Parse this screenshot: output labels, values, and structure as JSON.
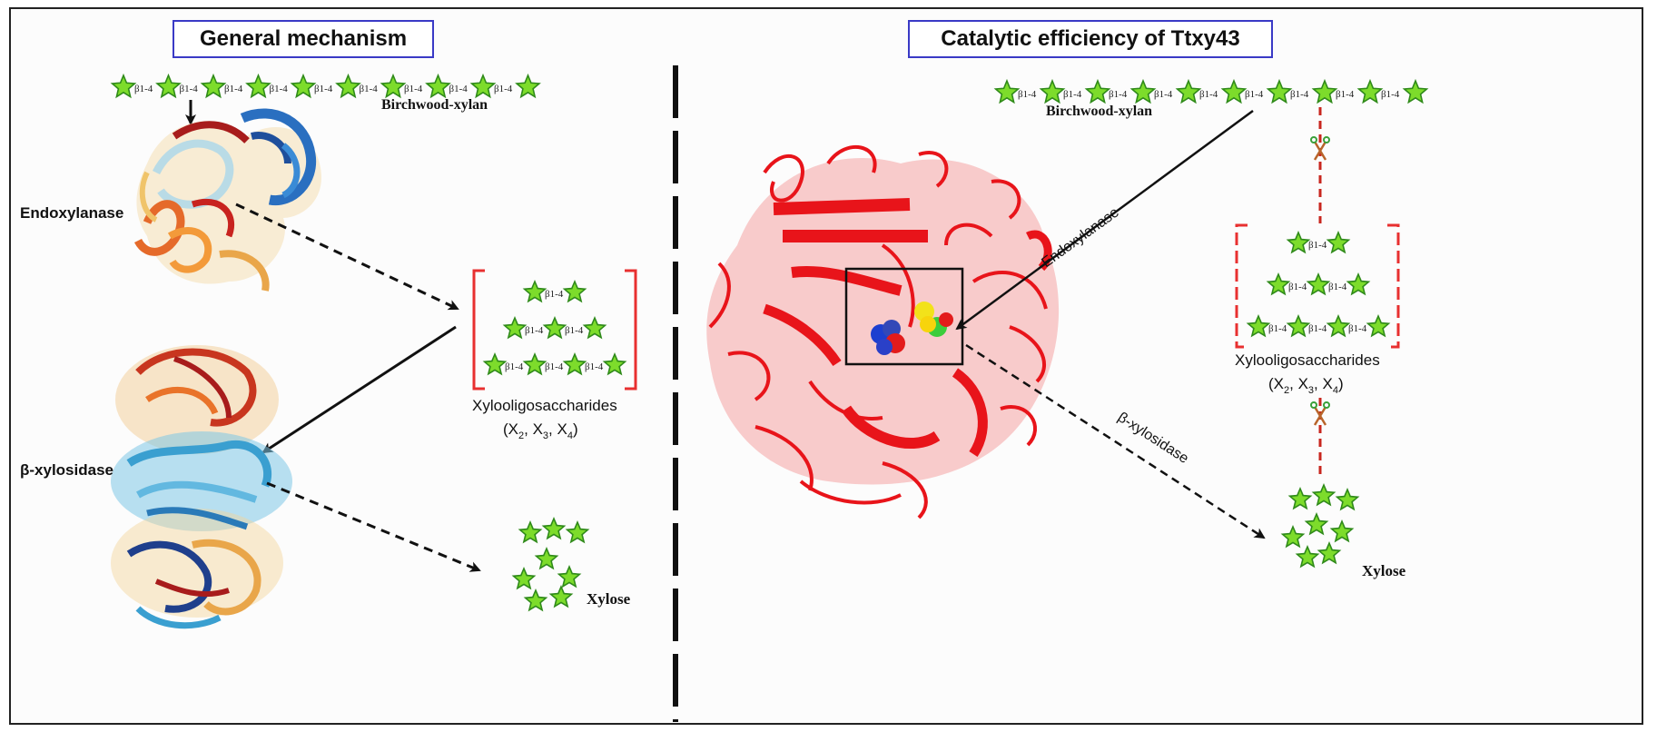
{
  "left_panel": {
    "title": "General mechanism",
    "substrate_label": "Birchwood-xylan",
    "enzyme1_label": "Endoxylanase",
    "enzyme2_label": "β-xylosidase",
    "products_label": "Xylooligosaccharides",
    "products_subtitle": "(X2, X3, X4)",
    "xylose_label": "Xylose",
    "linkage": "β1-4"
  },
  "right_panel": {
    "title": "Catalytic efficiency of Ttxy43",
    "substrate_label": "Birchwood-xylan",
    "enzyme1_label": "Endoxylanase",
    "enzyme2_label": "β-xylosidase",
    "products_label": "Xylooligosaccharides",
    "products_subtitle": "(X2, X3, X4)",
    "xylose_label": "Xylose",
    "linkage": "β1-4"
  },
  "colors": {
    "star_fill": "#7ddc2b",
    "star_stroke": "#2f8a1a",
    "bracket": "#e83030",
    "protein_red": "#e8141a",
    "title_border": "#3a3ac6"
  }
}
